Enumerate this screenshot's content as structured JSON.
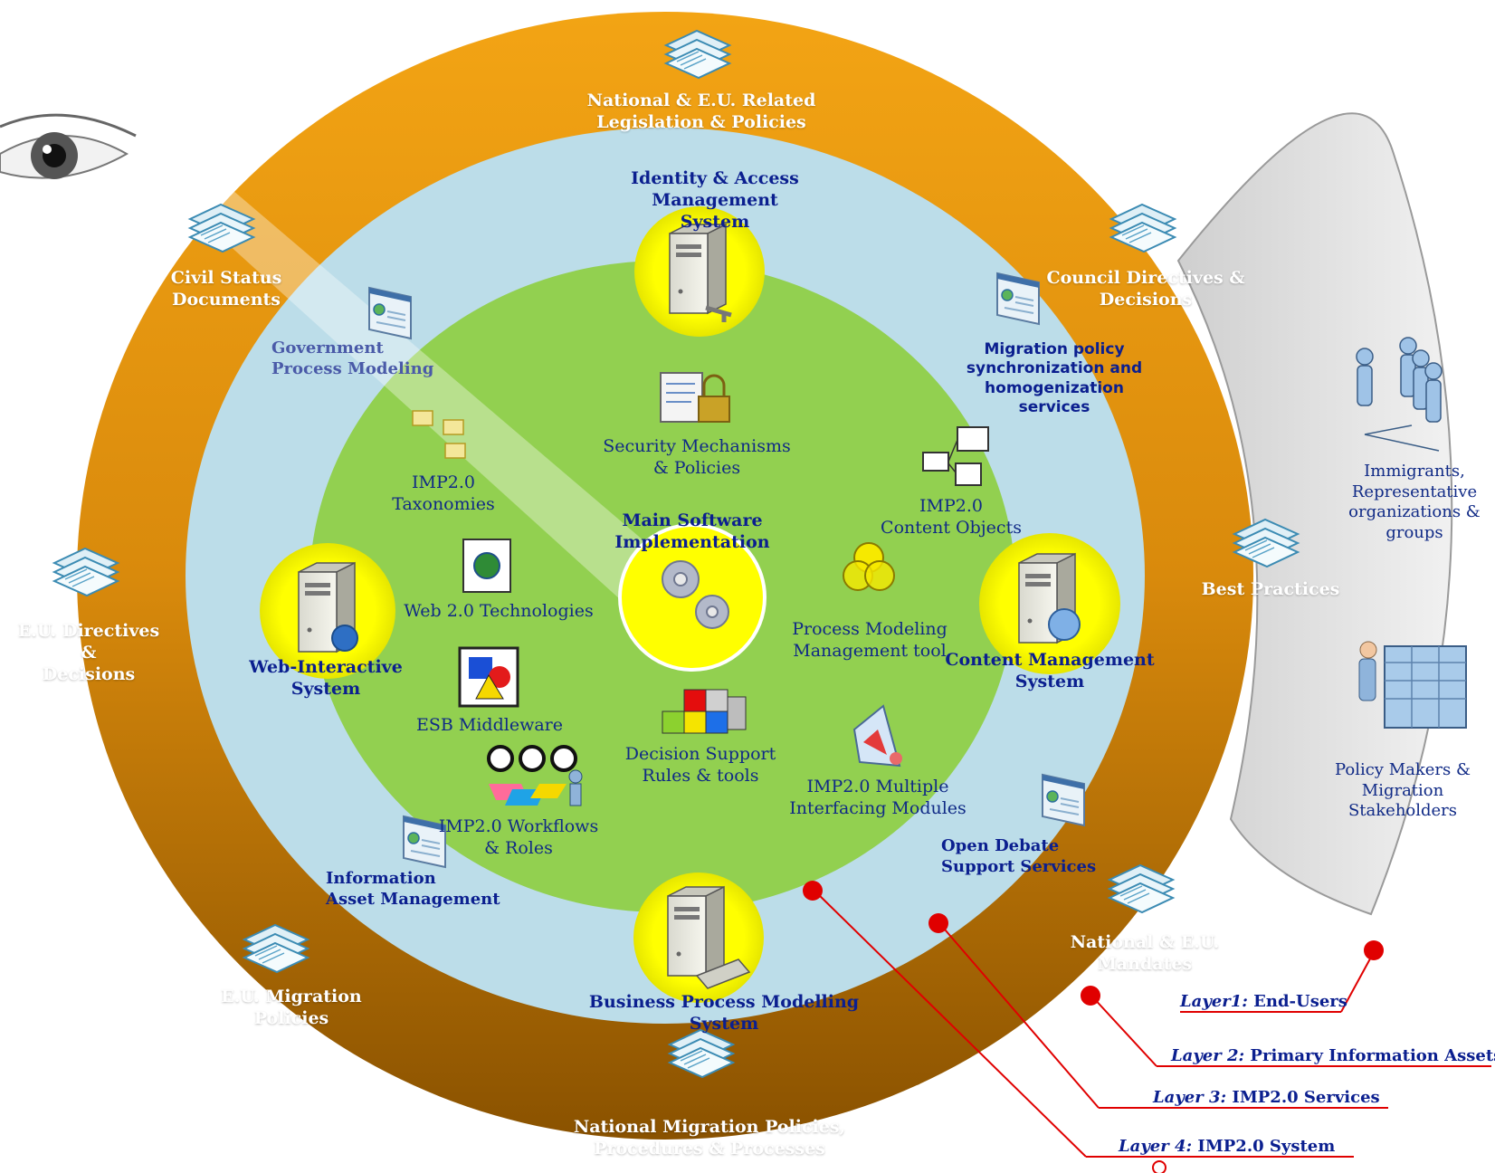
{
  "outer_ring_labels": {
    "national_eu_legislation": "National & E.U. Related\nLegislation & Policies",
    "civil_status": "Civil Status\nDocuments",
    "council_directives": "Council Directives &\nDecisions",
    "best_practices": "Best Practices",
    "eu_directives": "E.U. Directives &\nDecisions",
    "national_eu_mandates": "National & E.U.\nMandates",
    "eu_migration_policies": "E.U. Migration\nPolicies",
    "national_migration_policies": "National Migration Policies,\nProcedures & Processes"
  },
  "services_ring_labels": {
    "government_process_modeling": "Government\nProcess Modeling",
    "migration_policy_sync": "Migration policy\nsynchronization and\nhomogenization services",
    "open_debate": "Open Debate\nSupport Services",
    "information_asset": "Information\nAsset Management"
  },
  "systems": {
    "identity_access": "Identity & Access Management\nSystem",
    "web_interactive": "Web-Interactive\nSystem",
    "content_management": "Content Management\nSystem",
    "business_process": "Business Process Modelling\nSystem",
    "main_software": "Main Software\nImplementation"
  },
  "components": {
    "security_mechanisms": "Security Mechanisms\n& Policies",
    "taxonomies": "IMP2.0\nTaxonomies",
    "content_objects": "IMP2.0\nContent Objects",
    "web20": "Web 2.0 Technologies",
    "process_modeling_tool": "Process Modeling\nManagement tool",
    "esb_middleware": "ESB Middleware",
    "decision_support": "Decision Support\nRules & tools",
    "multiple_interfacing": "IMP2.0 Multiple\nInterfacing Modules",
    "workflows_roles": "IMP2.0 Workflows\n& Roles"
  },
  "user_band": {
    "immigrants": "Immigrants,\nRepresentative\norganizations &\ngroups",
    "policy_makers": "Policy Makers &\nMigration\nStakeholders"
  },
  "layers": [
    {
      "name": "Layer1:",
      "desc": " End-Users"
    },
    {
      "name": "Layer 2:",
      "desc": " Primary Information Assets"
    },
    {
      "name": "Layer 3:",
      "desc": " IMP2.0 Services"
    },
    {
      "name": "Layer 4:",
      "desc": " IMP2.0 System"
    }
  ],
  "colors": {
    "outer_ring": "#d8890a",
    "services_ring": "#b9dde8",
    "core": "#92d050",
    "system_badge": "#ffff00",
    "pointer": "#e00000",
    "label_blue": "#0b1f8f"
  }
}
